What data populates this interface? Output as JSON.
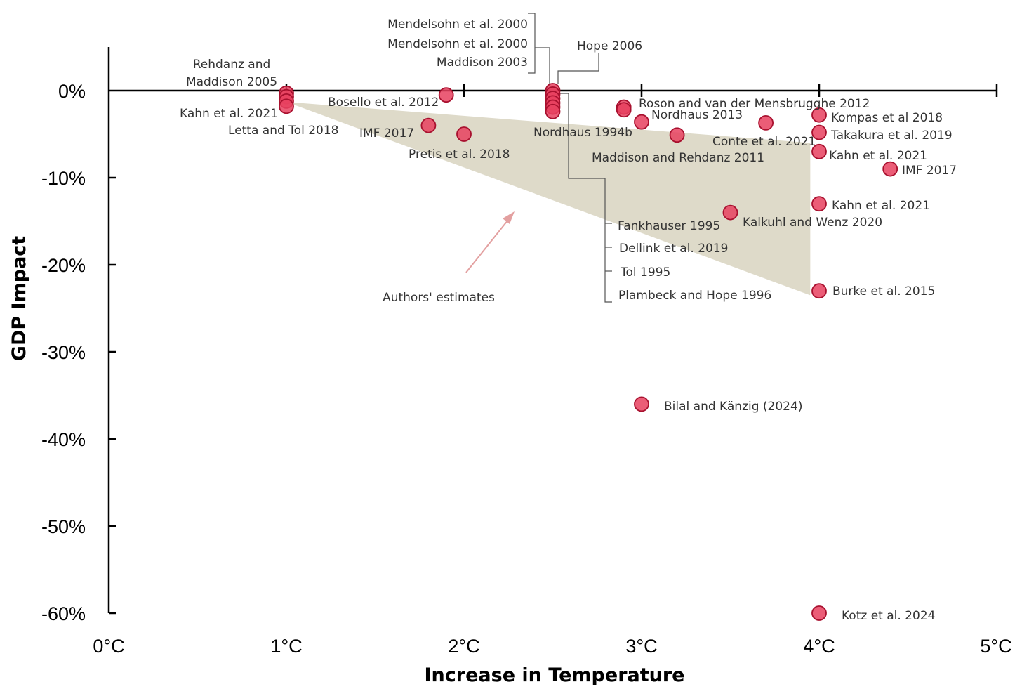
{
  "chart_data": {
    "type": "scatter",
    "title": "",
    "xlabel": "Increase in Temperature",
    "ylabel": "GDP Impact",
    "xlim": [
      0,
      5
    ],
    "ylim": [
      -60,
      0
    ],
    "x_ticks": [
      {
        "value": 0,
        "label": "0°C"
      },
      {
        "value": 1,
        "label": "1°C"
      },
      {
        "value": 2,
        "label": "2°C"
      },
      {
        "value": 3,
        "label": "3°C"
      },
      {
        "value": 4,
        "label": "4°C"
      },
      {
        "value": 5,
        "label": "5°C"
      }
    ],
    "y_ticks": [
      {
        "value": 0,
        "label": "0%"
      },
      {
        "value": -10,
        "label": "-10%"
      },
      {
        "value": -20,
        "label": "-20%"
      },
      {
        "value": -30,
        "label": "-30%"
      },
      {
        "value": -40,
        "label": "-40%"
      },
      {
        "value": -50,
        "label": "-50%"
      },
      {
        "value": -60,
        "label": "-60%"
      }
    ],
    "grid": false,
    "marker_color": "#e8415f",
    "marker_stroke": "#a8102e",
    "shaded_region": {
      "label": "Authors' estimates",
      "color": "#d8d3c0",
      "polygon": [
        [
          1.0,
          -1.3
        ],
        [
          3.95,
          -6.0
        ],
        [
          3.95,
          -23.5
        ]
      ]
    },
    "points": [
      {
        "x": 1.0,
        "y": -0.3
      },
      {
        "x": 1.0,
        "y": -0.7
      },
      {
        "x": 1.0,
        "y": -1.2
      },
      {
        "x": 1.0,
        "y": -1.8
      },
      {
        "x": 1.9,
        "y": -0.5
      },
      {
        "x": 1.8,
        "y": -4.0
      },
      {
        "x": 2.0,
        "y": -5.0
      },
      {
        "x": 2.5,
        "y": 0.0
      },
      {
        "x": 2.5,
        "y": -0.4
      },
      {
        "x": 2.5,
        "y": -0.9
      },
      {
        "x": 2.5,
        "y": -1.4
      },
      {
        "x": 2.5,
        "y": -1.9
      },
      {
        "x": 2.5,
        "y": -2.4
      },
      {
        "x": 2.9,
        "y": -1.9
      },
      {
        "x": 2.9,
        "y": -2.2
      },
      {
        "x": 3.0,
        "y": -3.6
      },
      {
        "x": 3.2,
        "y": -5.1
      },
      {
        "x": 3.5,
        "y": -14.0
      },
      {
        "x": 3.7,
        "y": -3.7
      },
      {
        "x": 4.0,
        "y": -2.8
      },
      {
        "x": 4.0,
        "y": -4.8
      },
      {
        "x": 4.0,
        "y": -7.0
      },
      {
        "x": 4.4,
        "y": -9.0
      },
      {
        "x": 4.0,
        "y": -13.0
      },
      {
        "x": 4.0,
        "y": -23.0
      },
      {
        "x": 3.0,
        "y": -36.0
      },
      {
        "x": 4.0,
        "y": -60.0
      }
    ],
    "labels": [
      "Mendelsohn et al. 2000",
      "Mendelsohn et al. 2000",
      "Maddison 2003",
      "Hope 2006",
      "Rehdanz and",
      "Maddison 2005",
      "Kahn et al. 2021",
      "Letta and Tol 2018",
      "Bosello et al. 2012",
      "IMF 2017",
      "Pretis et al. 2018",
      "Nordhaus 1994b",
      "Roson and van der Mensbrugghe 2012",
      "Nordhaus 2013",
      "Conte et al. 2021",
      "Maddison and Rehdanz 2011",
      "Kompas et al 2018",
      "Takakura et al. 2019",
      "Kahn et al. 2021",
      "IMF 2017",
      "Kahn et al. 2021",
      "Kalkuhl and Wenz 2020",
      "Fankhauser 1995",
      "Dellink et al. 2019",
      "Tol 1995",
      "Plambeck and Hope 1996",
      "Burke et al. 2015",
      "Bilal and Känzig (2024)",
      "Kotz et al. 2024"
    ]
  }
}
